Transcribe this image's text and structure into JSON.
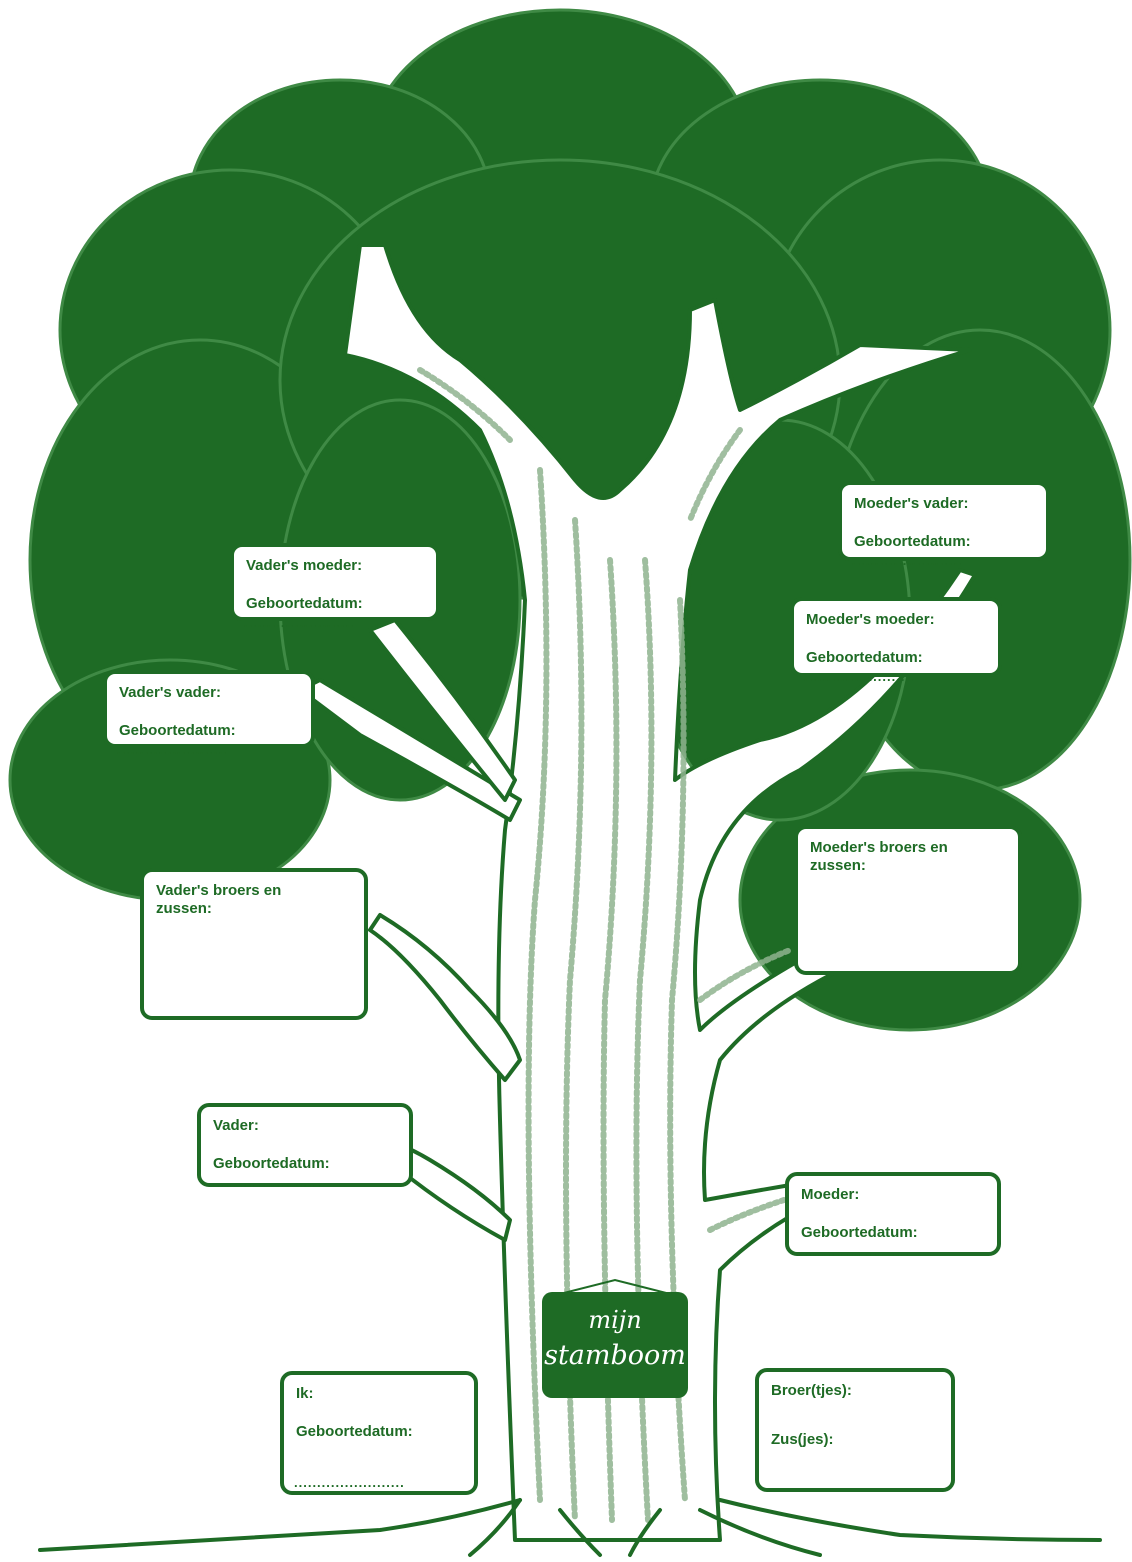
{
  "colors": {
    "foliage": "#1e6b25",
    "trunk_texture": "#7fa77f",
    "text": "#1e6b25"
  },
  "sign": {
    "line1": "mijn",
    "line2": "stamboom"
  },
  "boxes": {
    "vaders_moeder": {
      "label": "Vader's moeder:",
      "field": "Geboortedatum:",
      "dots": "........................"
    },
    "vaders_vader": {
      "label": "Vader's vader:",
      "field": "Geboortedatum:",
      "dots": "........................"
    },
    "vaders_broers": {
      "label": "Vader's broers en",
      "label2": "zussen:"
    },
    "vader": {
      "label": "Vader:",
      "field": "Geboortedatum:",
      "dots": "........................"
    },
    "ik": {
      "label": "Ik:",
      "field": "Geboortedatum:",
      "dots": "........................"
    },
    "moeders_vader": {
      "label": "Moeder's vader:",
      "field": "Geboortedatum:",
      "dots": "........................"
    },
    "moeders_moeder": {
      "label": "Moeder's moeder:",
      "field": "Geboortedatum:",
      "dots": "........................"
    },
    "moeders_broers": {
      "label": "Moeder's broers en",
      "label2": "zussen:"
    },
    "moeder": {
      "label": "Moeder:",
      "field": "Geboortedatum:",
      "dots": "........................"
    },
    "broertjes": {
      "label": "Broer(tjes):",
      "field": "Zus(jes):"
    }
  }
}
